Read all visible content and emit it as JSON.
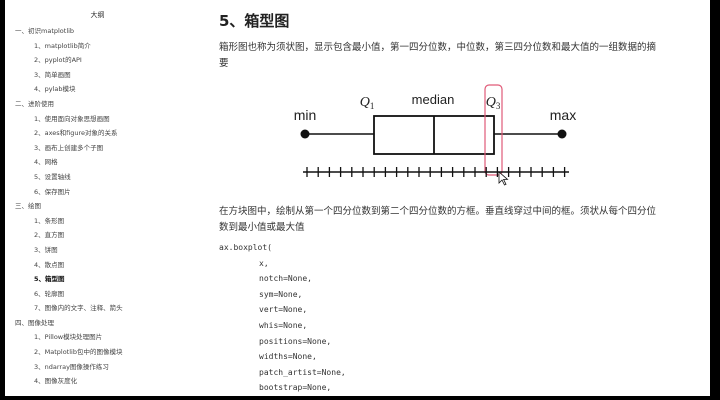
{
  "sidebar": {
    "title": "大纲",
    "items": [
      {
        "text": "一、初识matplotlib",
        "level": 1
      },
      {
        "text": "1、matplotlib简介",
        "level": 2
      },
      {
        "text": "2、pyplot的API",
        "level": 2
      },
      {
        "text": "3、简单画图",
        "level": 2
      },
      {
        "text": "4、pylab模块",
        "level": 2
      },
      {
        "text": "二、进阶使用",
        "level": 1
      },
      {
        "text": "1、使用面向对象思想画图",
        "level": 2
      },
      {
        "text": "2、axes和figure对象的关系",
        "level": 2
      },
      {
        "text": "3、画布上创建多个子图",
        "level": 2
      },
      {
        "text": "4、网格",
        "level": 2
      },
      {
        "text": "5、设置轴线",
        "level": 2
      },
      {
        "text": "6、保存图片",
        "level": 2
      },
      {
        "text": "三、绘图",
        "level": 1
      },
      {
        "text": "1、条形图",
        "level": 2
      },
      {
        "text": "2、直方图",
        "level": 2
      },
      {
        "text": "3、饼图",
        "level": 2
      },
      {
        "text": "4、散点图",
        "level": 2
      },
      {
        "text": "5、箱型图",
        "level": 2,
        "active": true
      },
      {
        "text": "6、轮廓图",
        "level": 2
      },
      {
        "text": "7、图像内的文字、注释、箭头",
        "level": 2
      },
      {
        "text": "四、图像处理",
        "level": 1
      },
      {
        "text": "1、Pillow模块处理图片",
        "level": 2
      },
      {
        "text": "2、Matplotlib包中的图像模块",
        "level": 2
      },
      {
        "text": "3、ndarray图像操作练习",
        "level": 2
      },
      {
        "text": "4、图像灰度化",
        "level": 2
      }
    ]
  },
  "main": {
    "section_title": "5、箱型图",
    "intro": "箱形图也称为须状图，显示包含最小值，第一四分位数，中位数，第三四分位数和最大值的一组数据的摘要",
    "figure": {
      "label_min": "min",
      "label_q1": "Q",
      "label_q1_sub": "1",
      "label_median": "median",
      "label_q3": "Q",
      "label_q3_sub": "3",
      "label_max": "max",
      "highlight_color": "#e05a78"
    },
    "description": "在方块图中，绘制从第一个四分位数到第二个四分位数的方框。垂直线穿过中间的框。须状从每个四分位数到最小值或最大值",
    "code": [
      {
        "text": "ax.boxplot(",
        "indent": false
      },
      {
        "text": "x,",
        "indent": true
      },
      {
        "text": "notch=None,",
        "indent": true
      },
      {
        "text": "sym=None,",
        "indent": true
      },
      {
        "text": "vert=None,",
        "indent": true
      },
      {
        "text": "whis=None,",
        "indent": true
      },
      {
        "text": "positions=None,",
        "indent": true
      },
      {
        "text": "widths=None,",
        "indent": true
      },
      {
        "text": "patch_artist=None,",
        "indent": true
      },
      {
        "text": "bootstrap=None,",
        "indent": true
      }
    ]
  }
}
